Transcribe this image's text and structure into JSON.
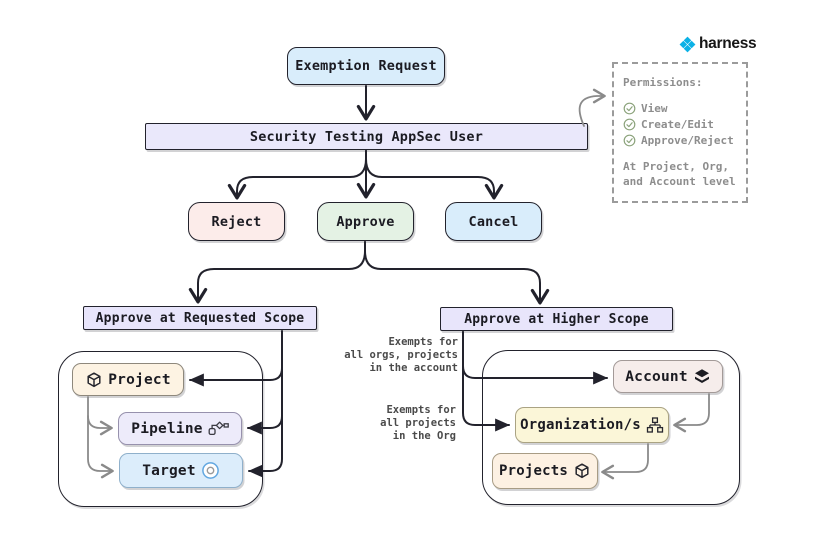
{
  "logo": {
    "icon": "harness-logo-icon",
    "text": "harness",
    "brand_color": "#0bb1e6"
  },
  "nodes": {
    "exemption_request": {
      "label": "Exemption Request"
    },
    "appsec_user": {
      "label": "Security Testing AppSec User"
    },
    "reject": {
      "label": "Reject"
    },
    "approve": {
      "label": "Approve"
    },
    "cancel": {
      "label": "Cancel"
    },
    "requested_scope": {
      "label": "Approve at Requested Scope"
    },
    "higher_scope": {
      "label": "Approve at Higher Scope"
    },
    "project": {
      "label": "Project",
      "icon": "cube-icon"
    },
    "pipeline": {
      "label": "Pipeline",
      "icon": "pipeline-icon"
    },
    "target": {
      "label": "Target",
      "icon": "target-icon"
    },
    "account": {
      "label": "Account",
      "icon": "layers-icon"
    },
    "organizations": {
      "label": "Organization/s",
      "icon": "org-chart-icon"
    },
    "projects": {
      "label": "Projects",
      "icon": "cube-icon"
    }
  },
  "permissions": {
    "title": "Permissions:",
    "items": [
      {
        "icon": "check-circle-icon",
        "label": "View"
      },
      {
        "icon": "check-circle-icon",
        "label": "Create/Edit"
      },
      {
        "icon": "check-circle-icon",
        "label": "Approve/Reject"
      }
    ],
    "footer": [
      "At Project, Org,",
      "and Account level"
    ]
  },
  "annotations": {
    "account_note": [
      "Exempts for",
      "all orgs, projects",
      "in the account"
    ],
    "org_note": [
      "Exempts for",
      "all projects",
      "in the Org"
    ]
  },
  "colors": {
    "blue_node": "#d9edfb",
    "lavender_bar": "#eae8fb",
    "red_node": "#fcecea",
    "green_node": "#e4f2e4",
    "scope_label": "#e8e5fb",
    "cream_node": "#fdf3e3",
    "purple_node": "#edebfa",
    "target_blue": "#dcedfb",
    "rose_node": "#f6edeb",
    "yellow_node": "#fbf6d8",
    "arrow_dark": "#22222c",
    "arrow_gray": "#8a8a8a",
    "check_green": "#8ca37c",
    "muted_text": "#8d8d8d",
    "brand_blue": "#0bb1e6"
  }
}
